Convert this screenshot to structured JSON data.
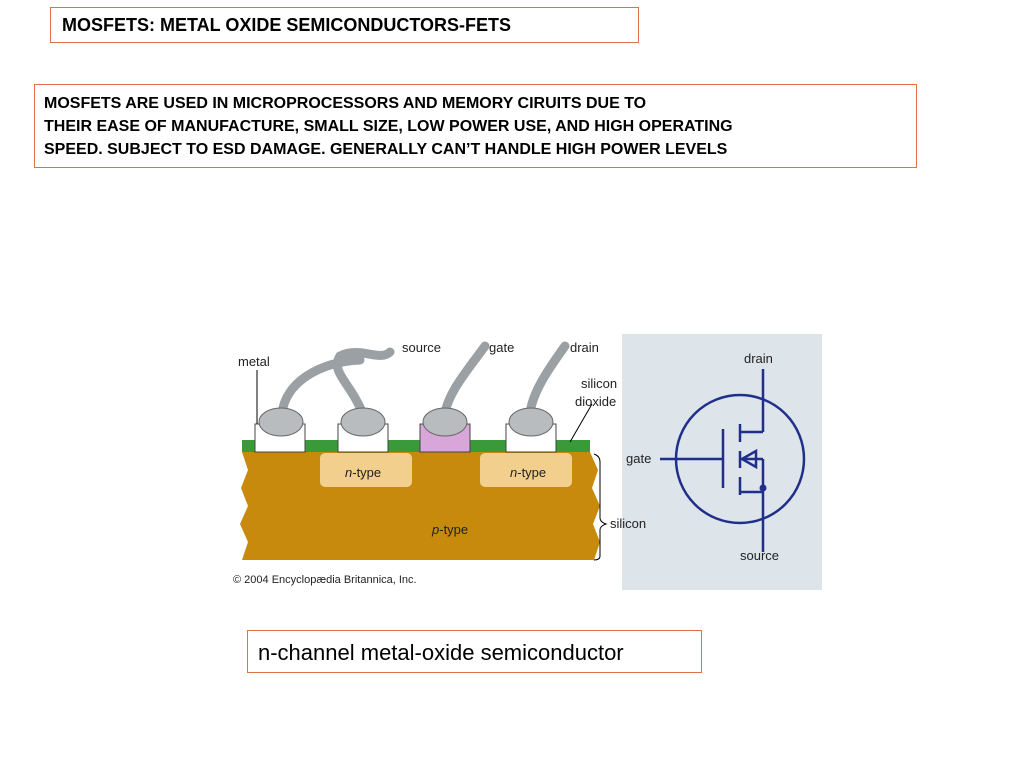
{
  "title": "MOSFETS: METAL OXIDE SEMICONDUCTORS-FETS",
  "description": [
    "MOSFETS ARE USED IN MICROPROCESSORS  AND MEMORY CIRUITS DUE TO",
    "THEIR EASE OF MANUFACTURE, SMALL SIZE, LOW POWER USE, AND HIGH OPERATING",
    "SPEED. SUBJECT TO ESD DAMAGE. GENERALLY CAN’T HANDLE HIGH POWER LEVELS"
  ],
  "figure": {
    "labels": {
      "metal": "metal",
      "source": "source",
      "gate": "gate",
      "drain": "drain",
      "silicon_dioxide_line1": "silicon",
      "silicon_dioxide_line2": "dioxide",
      "n_type": "-type",
      "n_prefix": "n",
      "p_type": "-type",
      "p_prefix": "p",
      "silicon": "silicon",
      "copyright": "© 2004 Encyclopædia Britannica, Inc."
    },
    "symbol": {
      "drain": "drain",
      "gate": "gate",
      "source": "source"
    }
  },
  "caption": "n-channel metal-oxide semiconductor",
  "colors": {
    "box_border": "#e0704a",
    "silicon_body": "#c88a0c",
    "n_region": "#f2cf8c",
    "oxide": "#3a9a3a",
    "gate_pad": "#d9a6d9",
    "symbol_blue": "#1f2f8a",
    "symbol_bg": "#dde4ea"
  }
}
